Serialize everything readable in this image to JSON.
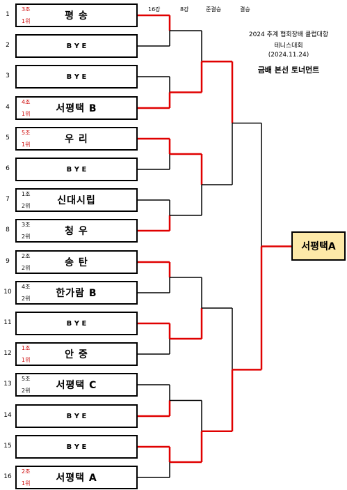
{
  "round_labels": [
    "16강",
    "8강",
    "준결승",
    "결승"
  ],
  "title_lines": [
    "2024 추계 협회장배 클럽대항",
    "테니스대회",
    "(2024.11.24)",
    "금배 본선 토너먼트"
  ],
  "champion": "서평택A",
  "slots": [
    {
      "seed": "1",
      "name": "평    송",
      "group": "3조",
      "rank": "1위",
      "color": "red"
    },
    {
      "seed": "2",
      "name": "B  Y  E",
      "group": "",
      "rank": "",
      "color": "blk"
    },
    {
      "seed": "3",
      "name": "B  Y  E",
      "group": "",
      "rank": "",
      "color": "blk"
    },
    {
      "seed": "4",
      "name": "서평택 B",
      "group": "4조",
      "rank": "1위",
      "color": "red"
    },
    {
      "seed": "5",
      "name": "우    리",
      "group": "5조",
      "rank": "1위",
      "color": "red"
    },
    {
      "seed": "6",
      "name": "B  Y  E",
      "group": "",
      "rank": "",
      "color": "blk"
    },
    {
      "seed": "7",
      "name": "신대시립",
      "group": "1조",
      "rank": "2위",
      "color": "blk"
    },
    {
      "seed": "8",
      "name": "청    우",
      "group": "3조",
      "rank": "2위",
      "color": "blk"
    },
    {
      "seed": "9",
      "name": "송    탄",
      "group": "2조",
      "rank": "2위",
      "color": "blk"
    },
    {
      "seed": "10",
      "name": "한가람 B",
      "group": "4조",
      "rank": "2위",
      "color": "blk"
    },
    {
      "seed": "11",
      "name": "B  Y  E",
      "group": "",
      "rank": "",
      "color": "blk"
    },
    {
      "seed": "12",
      "name": "안    중",
      "group": "1조",
      "rank": "1위",
      "color": "red"
    },
    {
      "seed": "13",
      "name": "서평택 C",
      "group": "5조",
      "rank": "2위",
      "color": "blk"
    },
    {
      "seed": "14",
      "name": "B  Y  E",
      "group": "",
      "rank": "",
      "color": "blk"
    },
    {
      "seed": "15",
      "name": "B  Y  E",
      "group": "",
      "rank": "",
      "color": "blk"
    },
    {
      "seed": "16",
      "name": "서평택 A",
      "group": "2조",
      "rank": "1위",
      "color": "red"
    }
  ],
  "colors": {
    "win_line": "#e00000",
    "lose_line": "#000000",
    "champion_bg": "#fde9a8"
  },
  "winners": {
    "r1": [
      0,
      1,
      0,
      1,
      0,
      0,
      1,
      0
    ],
    "r2": [
      1,
      0,
      1,
      1
    ],
    "r3": [
      0,
      1
    ],
    "final": 1
  }
}
